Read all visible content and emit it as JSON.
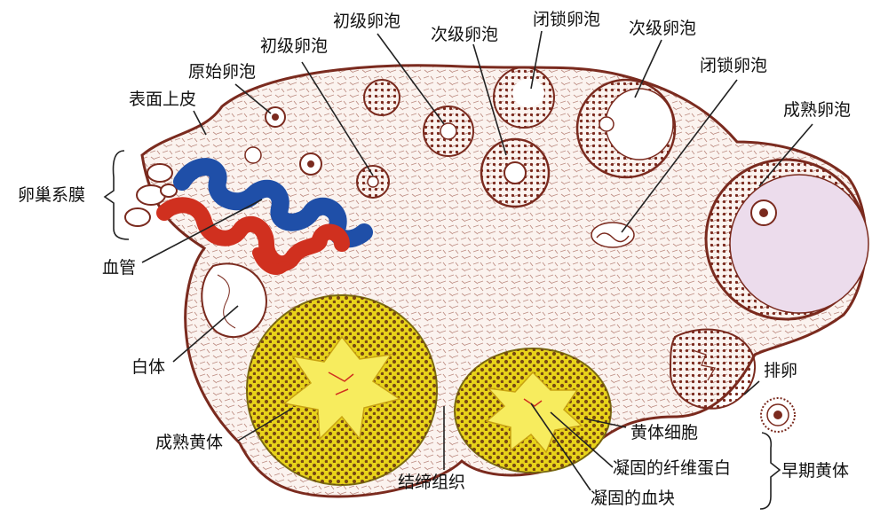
{
  "labels": {
    "primary_follicle_1": "初级卵泡",
    "primary_follicle_2": "初级卵泡",
    "secondary_follicle_1": "次级卵泡",
    "secondary_follicle_2": "次级卵泡",
    "atretic_follicle_1": "闭锁卵泡",
    "atretic_follicle_2": "闭锁卵泡",
    "primordial_follicle": "原始卵泡",
    "surface_epithelium": "表面上皮",
    "mature_follicle": "成熟卵泡",
    "mesovarium": "卵巢系膜",
    "blood_vessels": "血管",
    "corpus_albicans": "白体",
    "mature_corpus_luteum": "成熟黄体",
    "connective_tissue": "结缔组织",
    "lutein_cells": "黄体细胞",
    "coagulated_fibrin": "凝固的纤维蛋白",
    "blood_clot": "凝固的血块",
    "ovulation": "排卵",
    "early_corpus_luteum": "早期黄体"
  },
  "colors": {
    "tissue_outline": "#7a2a1e",
    "tissue_fill": "#fbf3ef",
    "vein_blue": "#1f4fa8",
    "artery_red": "#d0301f",
    "luteum_yellow": "#e8d31a",
    "luteum_dot": "#6b3a12",
    "antrum_pink": "#ecdcec",
    "leader_line": "#222222"
  }
}
